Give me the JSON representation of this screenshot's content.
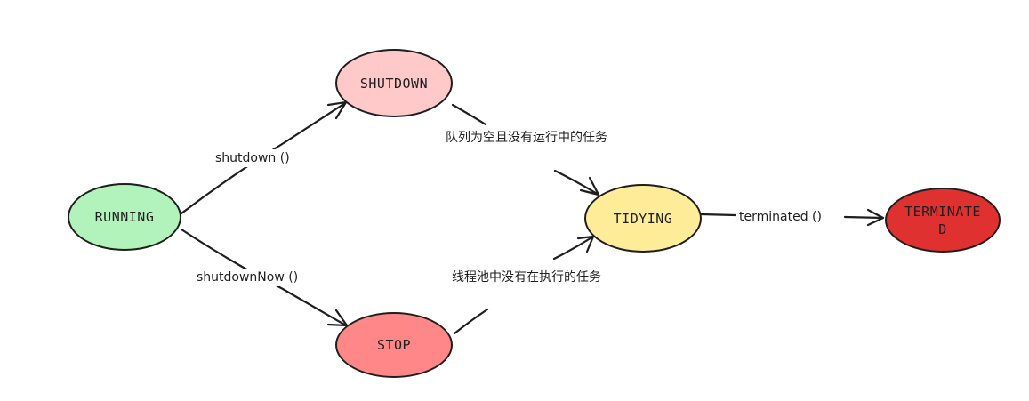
{
  "diagram": {
    "nodes": {
      "running": {
        "label": "RUNNING",
        "color": "#b2f2bb"
      },
      "shutdown": {
        "label": "SHUTDOWN",
        "color": "#ffc9c9"
      },
      "stop": {
        "label": "STOP",
        "color": "#ff8787"
      },
      "tidying": {
        "label": "TIDYING",
        "color": "#ffec99"
      },
      "terminated": {
        "label": "TERMINATED",
        "color": "#e03131"
      }
    },
    "edges": {
      "running_to_shutdown": {
        "label": "shutdown ()"
      },
      "running_to_stop": {
        "label": "shutdownNow ()"
      },
      "shutdown_to_tidying": {
        "label": "队列为空且没有运行中的任务"
      },
      "stop_to_tidying": {
        "label": "线程池中没有在执行的任务"
      },
      "tidying_to_terminated": {
        "label": "terminated ()"
      }
    },
    "stroke_color": "#1e1e1e"
  }
}
